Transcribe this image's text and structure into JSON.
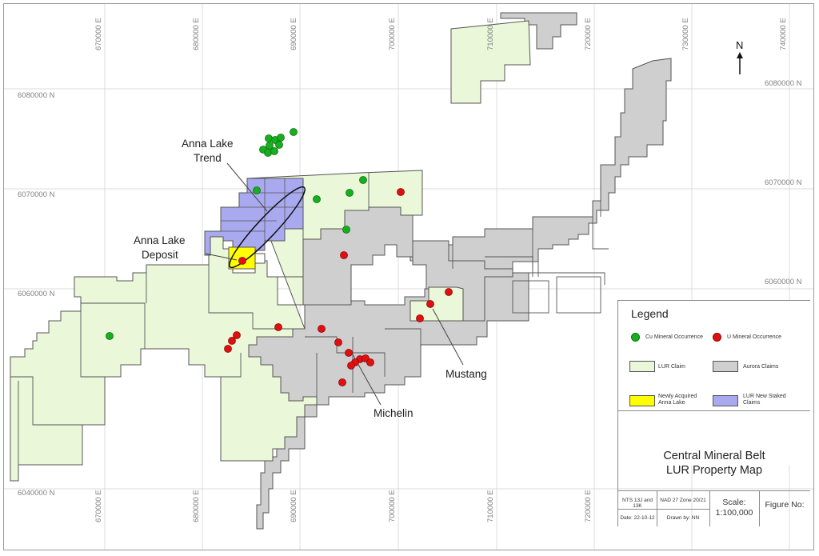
{
  "map": {
    "easting_labels": [
      "670000 E",
      "680000 E",
      "690000 E",
      "700000 E",
      "710000 E",
      "720000 E",
      "730000 E",
      "740000 E"
    ],
    "northing_labels_left": [
      "6080000 N",
      "6070000 N",
      "6060000 N",
      "6040000 N"
    ],
    "northing_labels_right": [
      "6080000 N",
      "6070000 N",
      "6060000 N"
    ],
    "north_arrow": "N",
    "labels": {
      "anna_lake_trend": [
        "Anna Lake",
        "Trend"
      ],
      "anna_lake_deposit": [
        "Anna Lake",
        "Deposit"
      ],
      "mustang": "Mustang",
      "michelin": "Michelin"
    },
    "colors": {
      "lur_claim": "#eaf7d8",
      "aurora_claims": "#cfcfcf",
      "newly_acquired": "#ffff00",
      "lur_new_staked": "#a9a9f0",
      "cu": "#16b01e",
      "u": "#e11010"
    }
  },
  "legend": {
    "title": "Legend",
    "cu": "Cu Mineral Occurrence",
    "u": "U Mineral Occurrence",
    "lur_claim": "LUR Claim",
    "aurora": "Aurora Claims",
    "newly_acquired": [
      "Newly Acquired",
      "Anna Lake"
    ],
    "lur_new_staked": [
      "LUR New Staked",
      "Claims"
    ]
  },
  "title_block": {
    "line1": "Central Mineral Belt",
    "line2": "LUR Property Map"
  },
  "footer": {
    "nts": "NTS 13J and 13K",
    "nad": "NAD 27 Zone 20/21",
    "scale_label": "Scale:",
    "scale_value": "1:100,000",
    "figure_no": "Figure No:",
    "date": "Date: 22-10-12",
    "drawn_by": "Drawn by: NN"
  }
}
